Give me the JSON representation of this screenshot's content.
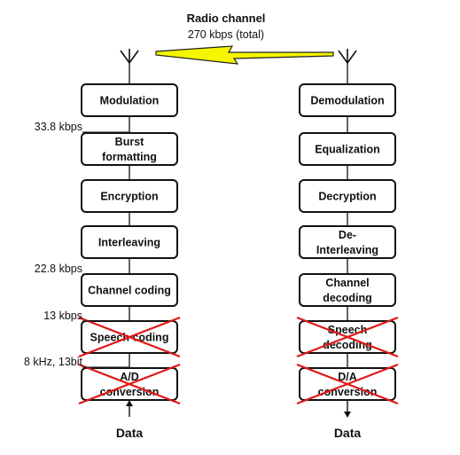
{
  "radio_channel": {
    "title": "Radio channel",
    "rate": "270 kbps (total)"
  },
  "transmitter": {
    "blocks": [
      {
        "lines": [
          "Modulation"
        ],
        "crossed": false
      },
      {
        "lines": [
          "Burst",
          "formatting"
        ],
        "crossed": false
      },
      {
        "lines": [
          "Encryption"
        ],
        "crossed": false
      },
      {
        "lines": [
          "Interleaving"
        ],
        "crossed": false
      },
      {
        "lines": [
          "Channel coding"
        ],
        "crossed": false
      },
      {
        "lines": [
          "Speech coding"
        ],
        "crossed": true
      },
      {
        "lines": [
          "A/D",
          "conversion"
        ],
        "crossed": true
      }
    ],
    "rate_labels": [
      "33.8 kbps",
      "22.8 kbps",
      "13 kbps",
      "8 kHz, 13bit"
    ],
    "data_label": "Data"
  },
  "receiver": {
    "blocks": [
      {
        "lines": [
          "Demodulation"
        ],
        "crossed": false
      },
      {
        "lines": [
          "Equalization"
        ],
        "crossed": false
      },
      {
        "lines": [
          "Decryption"
        ],
        "crossed": false
      },
      {
        "lines": [
          "De-",
          "Interleaving"
        ],
        "crossed": false
      },
      {
        "lines": [
          "Channel",
          "decoding"
        ],
        "crossed": false
      },
      {
        "lines": [
          "Speech",
          "decoding"
        ],
        "crossed": true
      },
      {
        "lines": [
          "D/A",
          "conversion"
        ],
        "crossed": true
      }
    ],
    "data_label": "Data"
  },
  "colors": {
    "box_border": "#111111",
    "cross": "#e01818",
    "lightning_fill": "#f5f500",
    "lightning_stroke": "#222222"
  },
  "icons": [
    "antenna-icon",
    "lightning-bolt-icon",
    "arrow-up-icon",
    "arrow-down-icon",
    "cross-out-icon"
  ]
}
